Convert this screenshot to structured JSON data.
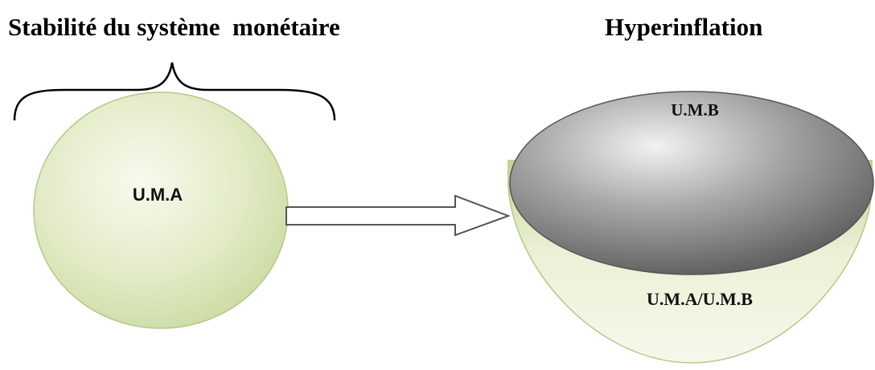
{
  "titles": {
    "left": "Stabilité du système  monétaire",
    "right": "Hyperinflation"
  },
  "left_circle": {
    "label": "U.M.A",
    "fill": "#d9e6b8"
  },
  "bowl": {
    "top_label": "U.M.B",
    "bottom_label": "U.M.A/U.M.B",
    "top_color": "#8a8a8a",
    "body_color": "#d9e6b8"
  },
  "colors": {
    "outline": "#555555",
    "arrow_fill": "#ffffff",
    "brace": "#000000"
  }
}
